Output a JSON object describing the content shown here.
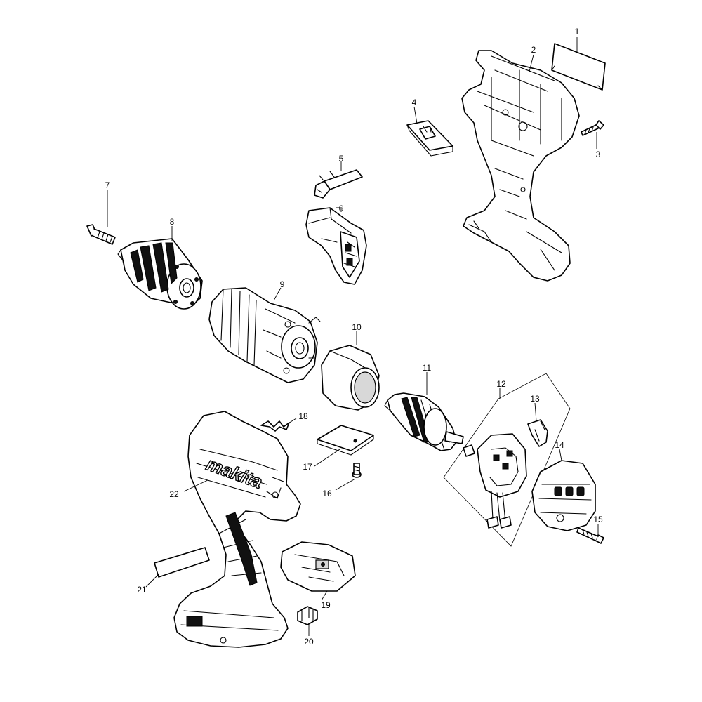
{
  "diagram": {
    "brand_logo": "makita",
    "callouts": [
      "1",
      "2",
      "3",
      "4",
      "5",
      "6",
      "7",
      "8",
      "9",
      "10",
      "11",
      "12",
      "13",
      "14",
      "15",
      "16",
      "17",
      "18",
      "19",
      "20",
      "21",
      "22"
    ]
  }
}
